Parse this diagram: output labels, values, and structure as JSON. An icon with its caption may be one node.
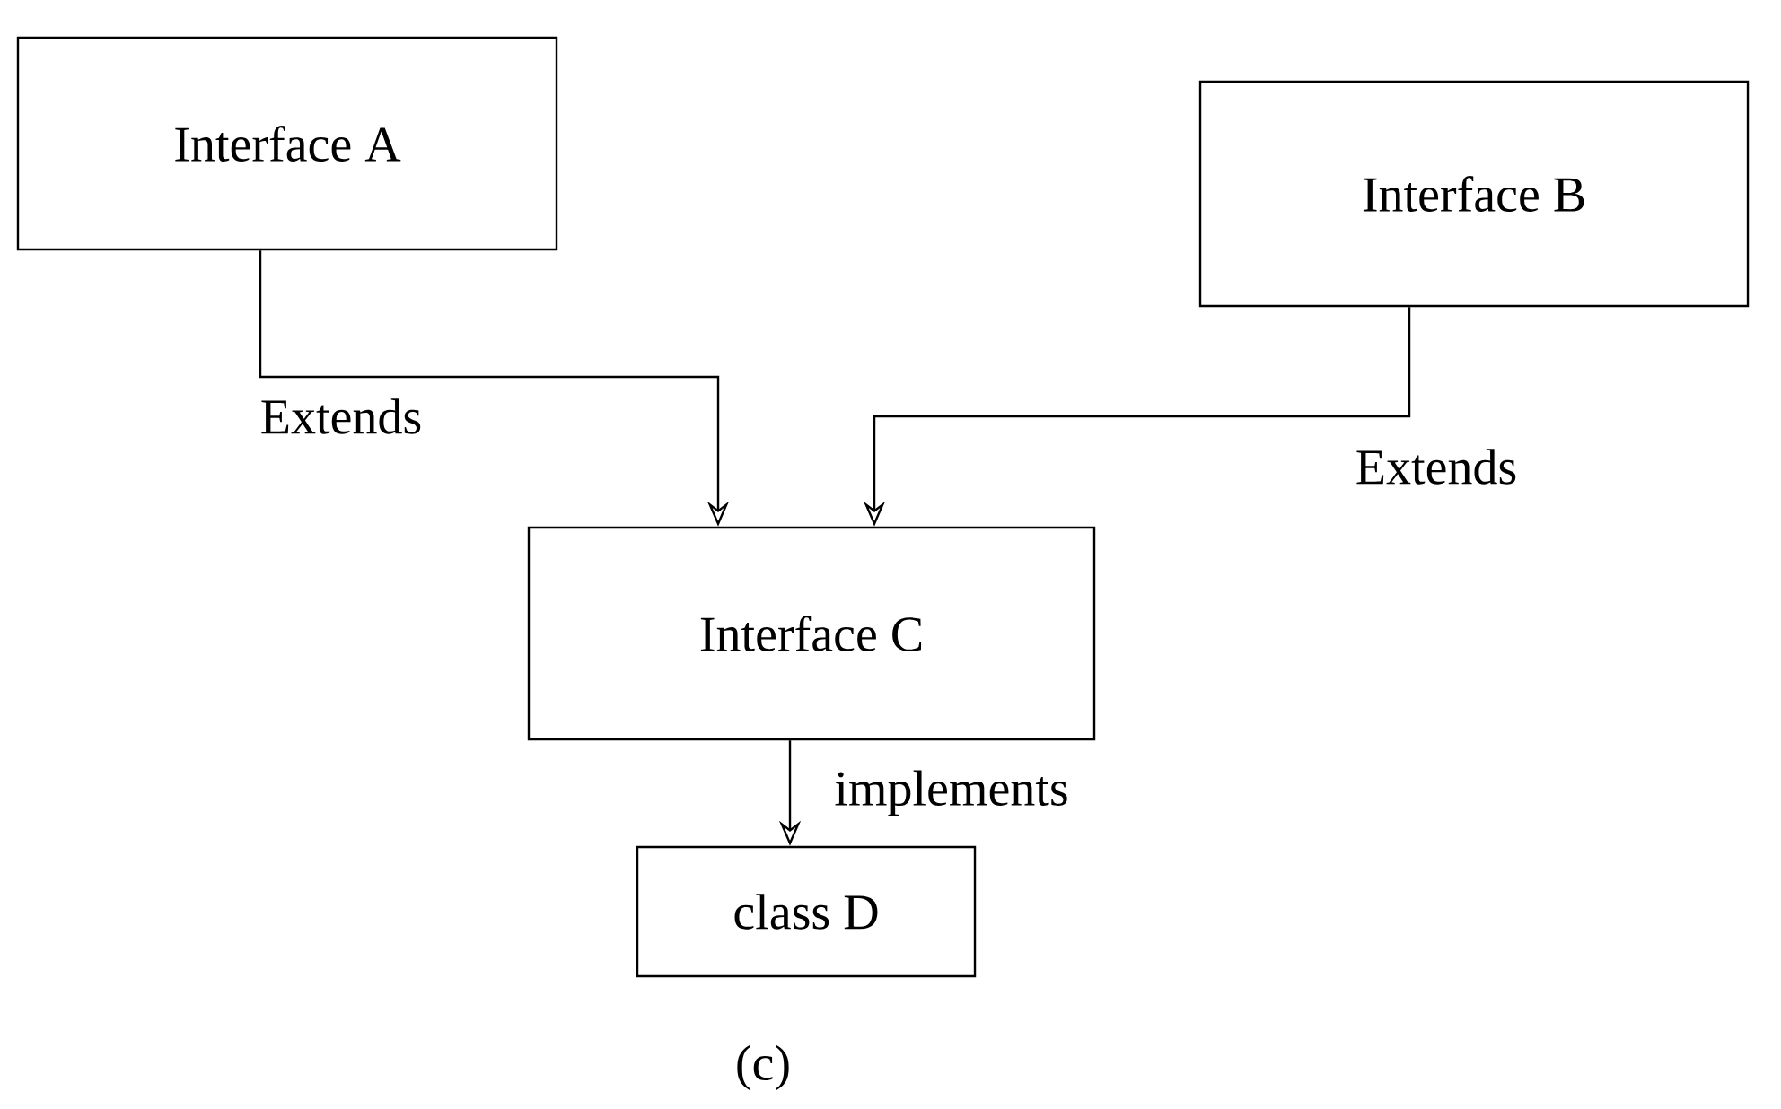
{
  "diagram": {
    "caption": "(c)",
    "nodes": [
      {
        "text": [
          "Interface A"
        ]
      },
      {
        "text": [
          "Interface B"
        ]
      },
      {
        "text": [
          "Interface C"
        ]
      },
      {
        "text": [
          "class D"
        ]
      }
    ],
    "edges": [
      {
        "from": 0,
        "to": 2,
        "arrow": "to",
        "label": "Extends"
      },
      {
        "from": 1,
        "to": 2,
        "arrow": "to",
        "label": "Extends"
      },
      {
        "from": 2,
        "to": 3,
        "arrow": "to",
        "label": "implements"
      }
    ]
  }
}
